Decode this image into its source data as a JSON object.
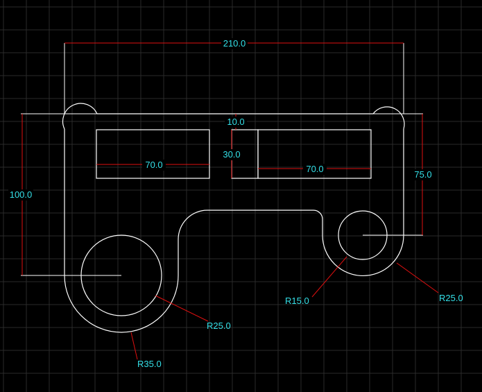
{
  "background_color": "#000000",
  "object_color": "#ffffff",
  "dimension_line_color": "#e01010",
  "dimension_text_color": "#34e0e8",
  "grid_color": "#2a2a2a",
  "dimensions": {
    "overall_width": "210.0",
    "overall_height": "100.0",
    "right_height": "75.0",
    "left_slot_width": "70.0",
    "right_slot_width": "70.0",
    "gap_width": "10.0",
    "slot_height": "30.0",
    "left_hole_radius": "R25.0",
    "left_arc_radius": "R35.0",
    "right_hole_radius": "R15.0",
    "right_arc_radius": "R25.0"
  }
}
